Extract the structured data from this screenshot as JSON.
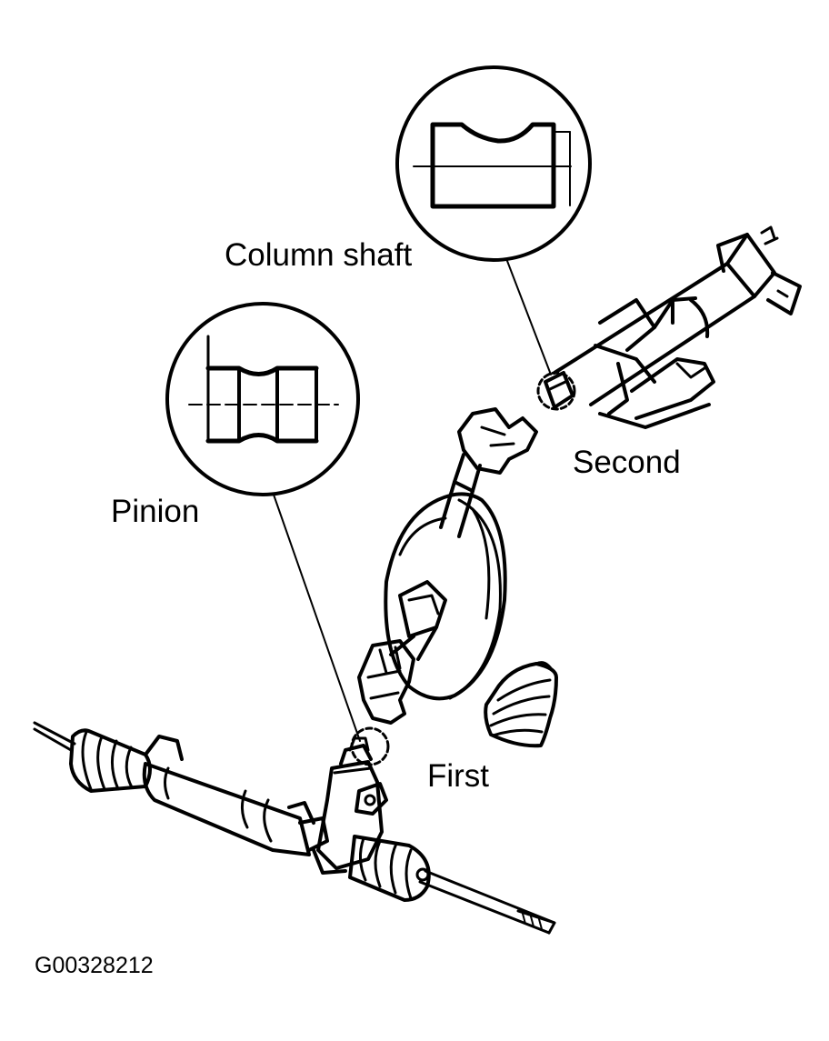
{
  "labels": {
    "column_shaft": "Column shaft",
    "pinion": "Pinion",
    "second": "Second",
    "first": "First"
  },
  "figure_code": "G00328212",
  "colors": {
    "ink": "#000000",
    "paper": "#ffffff"
  }
}
